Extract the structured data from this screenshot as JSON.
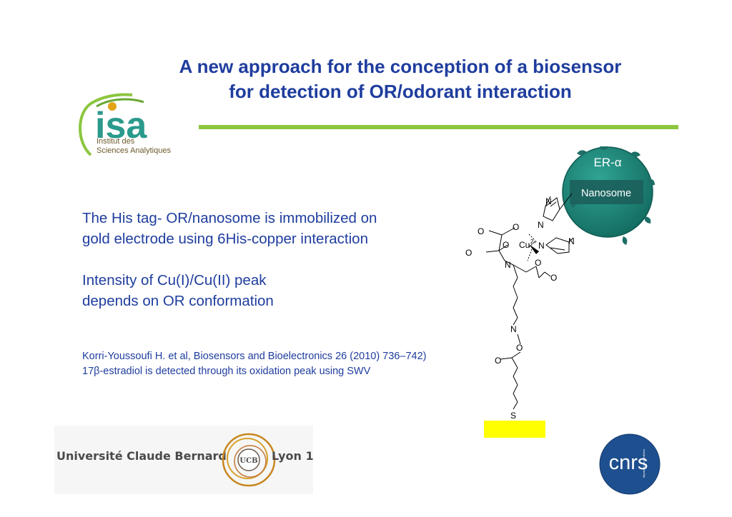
{
  "slide": {
    "title_line1": "A new approach for the conception of a biosensor",
    "title_line2": "for detection of OR/odorant interaction",
    "para1_line1": "The His tag- OR/nanosome is immobilized on",
    "para1_line2": "gold electrode using 6His-copper interaction",
    "para2_line1": "Intensity of Cu(I)/Cu(II) peak",
    "para2_line2": "depends on OR conformation",
    "ref_line1": "Korri-Youssoufi H. et al, Biosensors and Bioelectronics 26 (2010) 736–742)",
    "ref_line2": "17β-estradiol is detected through its oxidation peak using SWV"
  },
  "logos": {
    "isa_mark": "isa",
    "isa_line1": "Institut des",
    "isa_line2": "Sciences Analytiques",
    "lyon_left": "Université Claude Bernard",
    "lyon_emblem": "UCB",
    "lyon_right": "Lyon 1",
    "cnrs_mark": "cnrs",
    "cnrs_tagline": "dépasser les frontières"
  },
  "scheme": {
    "receptor_label": "ER-α",
    "nanosome_label": "Nanosome",
    "atoms": {
      "O": "O",
      "N": "N",
      "S": "S",
      "Cu": "Cu",
      "Cu_charge": "2+"
    }
  },
  "colors": {
    "title": "#1f3d9e",
    "body": "#1f3d9e",
    "green_rule": "#8cc63f",
    "nanosome": "#1e8478",
    "electrode": "#ffff00"
  }
}
